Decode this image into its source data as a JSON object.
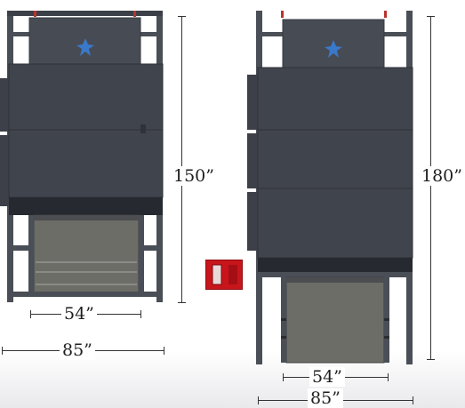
{
  "machines": [
    {
      "id": "machine-left",
      "height_label": "150”",
      "inner_width_label": "54”",
      "outer_width_label": "85”"
    },
    {
      "id": "machine-right",
      "height_label": "180”",
      "inner_width_label": "54”",
      "outer_width_label": "85”"
    }
  ],
  "colors": {
    "frame": "#4a4e56",
    "body": "#3f434c",
    "conveyor": "#6b6c66",
    "control_panel": "#c8151b",
    "logo": "#3a78c9"
  },
  "icons": [
    "logo-icon",
    "control-panel-icon"
  ]
}
